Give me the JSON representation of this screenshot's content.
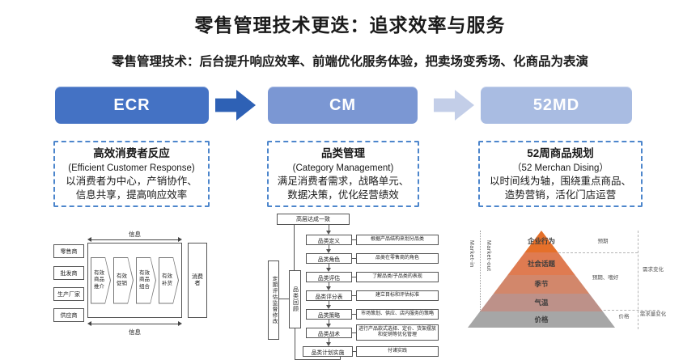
{
  "page": {
    "title": "零售管理技术更迭：追求效率与服务",
    "subtitle": "零售管理技术：后台提升响应效率、前端优化服务体验，把卖场变秀场、化商品为表演"
  },
  "stages": {
    "ecr": {
      "label": "ECR",
      "color": "#4472C4"
    },
    "cm": {
      "label": "CM",
      "color": "#7B97D3"
    },
    "md52": {
      "label": "52MD",
      "color": "#A9BCE2"
    },
    "arrow1_color": "#2E61B5",
    "arrow2_color": "#C3CEE8"
  },
  "info_boxes": [
    {
      "title": "高效消费者反应",
      "en": "(Efficient Customer Response)",
      "lines": [
        "以消费者为中心，产销协作、",
        "信息共享，提高响应效率"
      ]
    },
    {
      "title": "品类管理",
      "en": "(Category Management)",
      "lines": [
        "满足消费者需求，战略单元、",
        "数据决策，优化经营绩效"
      ]
    },
    {
      "title": "52周商品规划",
      "en": "（52 Merchan Dising）",
      "lines": [
        "以时间线为轴，围绕重点商品、",
        "造势营销，活化门店运营"
      ]
    }
  ],
  "ecr_diagram": {
    "top_label": "信息",
    "bottom_label": "信息",
    "left_boxes": [
      "零售商",
      "批发商",
      "生产厂家",
      "供应商"
    ],
    "chevrons": [
      "有效商品推介",
      "有效促销",
      "有效商品组合",
      "有效补货"
    ],
    "consumer": "消费者"
  },
  "cm_flow": {
    "top_box": "高层达成一致",
    "monitor_box": "定期评估监督修改",
    "review_box": "品类回顾",
    "steps": [
      {
        "label": "品类定义",
        "desc": "根据产品结构来划分品类"
      },
      {
        "label": "品类角色",
        "desc": "品类在零售商的角色"
      },
      {
        "label": "品类评估",
        "desc": "了解品类/子品类的表现"
      },
      {
        "label": "品类评分表",
        "desc": "建立目标和评估标准"
      },
      {
        "label": "品类策略",
        "desc": "市场策划、供应、店内服务的策略"
      },
      {
        "label": "品类战术",
        "desc": "进行产品款式选择、定价、货架摆放和促销等优化管理"
      },
      {
        "label": "品类计划实施",
        "desc": "付诸实践"
      }
    ]
  },
  "pyramid": {
    "axis_labels": {
      "outer": "Market-in",
      "inner": "Market-out"
    },
    "layers": [
      {
        "label": "企业行为",
        "color": "#E5702A"
      },
      {
        "label": "社会话题",
        "color": "#DF7B51"
      },
      {
        "label": "季节",
        "color": "#D2876B"
      },
      {
        "label": "气温",
        "color": "#BD9189"
      },
      {
        "label": "价格",
        "color": "#A6A6A6"
      }
    ],
    "annotations": {
      "top": "预期",
      "middle": "预期、嗜好",
      "bottom": "价格",
      "right_top": "需求变化",
      "right_bottom": "需求量变化"
    }
  }
}
